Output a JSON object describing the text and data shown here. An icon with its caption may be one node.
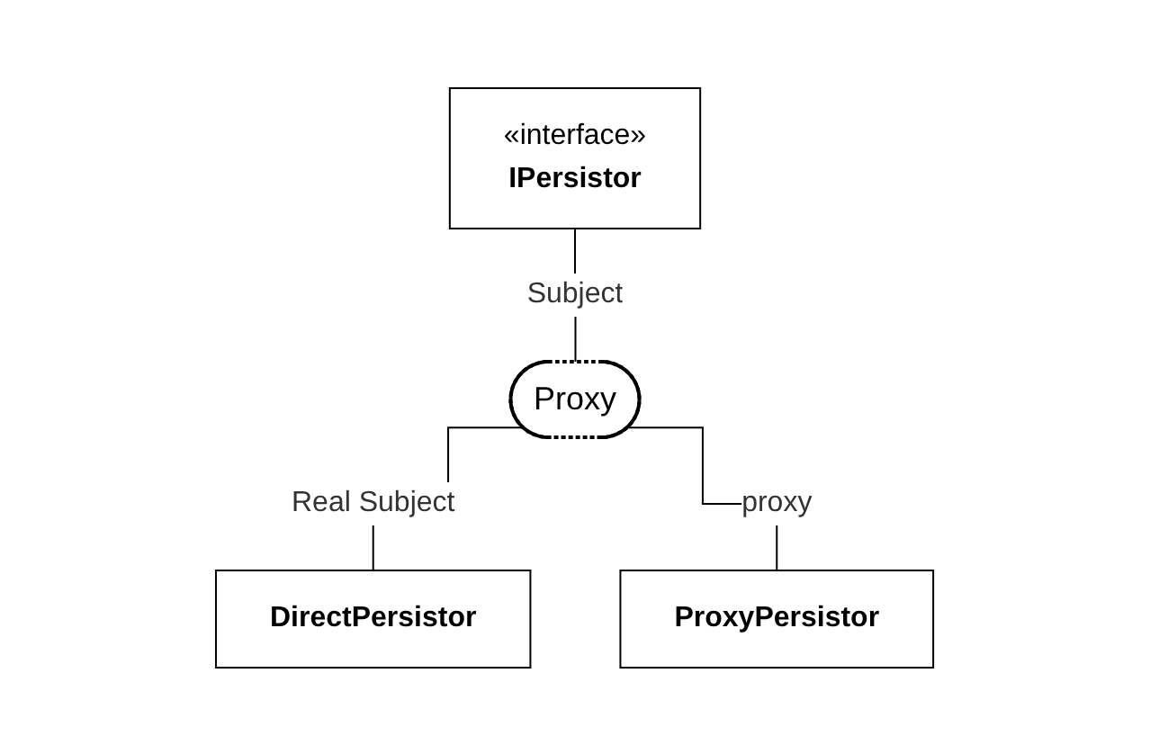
{
  "diagram": {
    "nodes": [
      {
        "text": [
          "«interface»",
          "IPersistor"
        ]
      },
      {
        "text": [
          "Proxy"
        ]
      },
      {
        "text": [
          "DirectPersistor"
        ]
      },
      {
        "text": [
          "ProxyPersistor"
        ]
      }
    ],
    "edges": [
      {
        "from": 0,
        "to": 1,
        "arrow": "none",
        "label": "Subject"
      },
      {
        "from": 1,
        "to": 2,
        "arrow": "none",
        "label": "Real Subject"
      },
      {
        "from": 1,
        "to": 3,
        "arrow": "none",
        "label": "proxy"
      }
    ]
  }
}
